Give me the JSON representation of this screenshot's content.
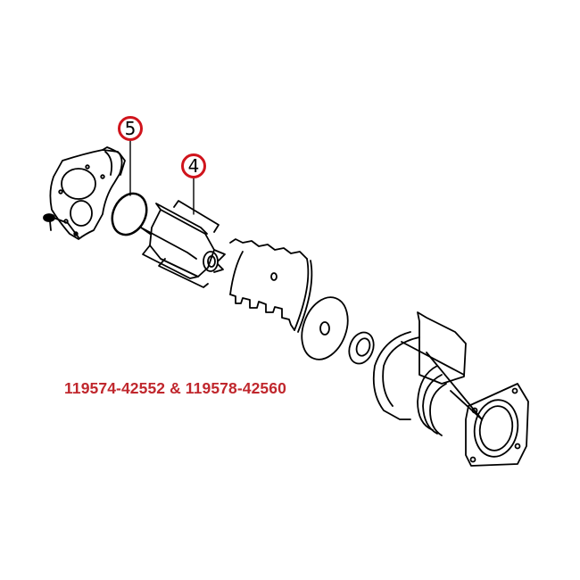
{
  "diagram": {
    "type": "exploded-parts-view",
    "subject": "water pump assembly",
    "callouts": [
      {
        "number": "5",
        "part": "o-ring"
      },
      {
        "number": "4",
        "part": "impeller"
      }
    ],
    "part_numbers_label": "119574-42552 & 119578-42560",
    "colors": {
      "callout_ring": "#d0141c",
      "part_number_text": "#c0272d",
      "line_art": "#000000",
      "background": "#ffffff"
    }
  }
}
